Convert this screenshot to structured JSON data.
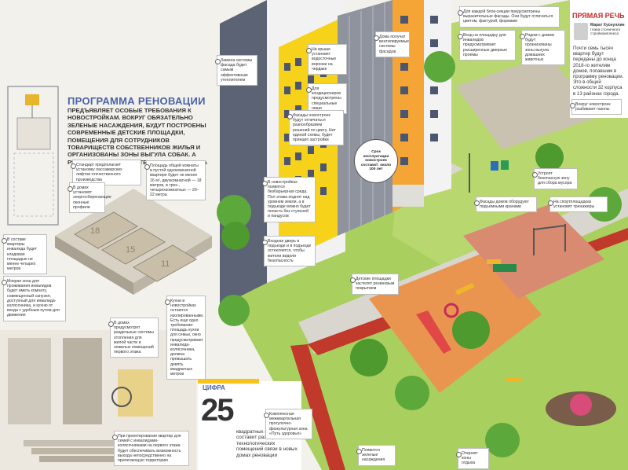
{
  "title": "ПРОГРАММА РЕНОВАЦИИ",
  "lead": "Предъявляет особые требования к новостройкам. Вокруг обязательно зеленые насаждения, будут построены современные детские площадки, помещения для сотрудников товариществ собственников жилья и организованы зоны выгула собак. А рядом появятся системы сбора мусора",
  "sidebar": {
    "heading": "ПРЯМАЯ РЕЧЬ",
    "name": "Марат Хуснуллин",
    "position": "глава столичного стройкомплекса",
    "quote": "Почти семь тысяч квартир будут переданы до конца 2018-го жителям домов, попавшим в программу реновации. Это в общей сложности 32 корпуса в 13 районах города."
  },
  "figure": {
    "heading": "ЦИФРА",
    "number": "25",
    "text": "квадратных метров составит размер технологических помещений связи в новых домах реновации"
  },
  "badge": "Срок эксплуатации новостроек составит: около 100 лет",
  "callouts": {
    "c1": "Стандарт предполагает установку пассажирских лифтов отечественного производства",
    "c2": "В домах установят энергосберегающие оконные профили",
    "c3": "Площадь общей комнаты в пустой однокомнатной квартире будет не менее 16 м², двухкомнатной — 18 метров, в трех-, четырехкомнатных — 20–22 метра",
    "c4": "В составе квартиры инвалида будет кладовая площадью не менее четырех метров",
    "c5": "Мокрая зона для проживания инвалидов будет иметь комнату, совмещенный санузел, доступный для инвалида-колясочника, и кухню от входа с удобным путем для движения",
    "c6": "Кухни в новостройках остаются изолированными. Есть еще одно требование: площадь кухни для семьи, окно предусматривает инвалида-колясочника, должна превышать девять квадратных метров",
    "c7": "В домах предусмотрят раздельные системы отопления для жилой части и нежилых помещений первого этажа",
    "c8": "При проектировании квартир для семей с инвалидами-колясочниками на первого этажа будет обеспечивать возможность выхода непосредственно на прилегающую территорию",
    "c9": "Замена системы фасада будет самым эффективным утеплителем",
    "c10": "На крыше установят водосточные воронки на чердаке",
    "c11": "Дома получат вентилируемые системы фасадов",
    "c12": "Для кондиционеров предусмотрены специальные ниши",
    "c13": "Фасады новостроек будут отличаться разнообразием решений по цвету. Нет единой схемы, будет принцип застройки",
    "c14": "В новостройках появятся безбарьерная среда. Пол этажа поднят над уровнем земли, а в подъезде можно будет попасть без ступеней и пандусов",
    "c15": "Входная дверь в подъезде и в подъезде остекляется, чтобы жители видели безопасность",
    "c16": "Вход на площадку для инвалидов предусматривает расширенные дверные проемы",
    "c17": "Для каждой блок-секции предусмотрены выразительные фасады. Они будут отличаться цветом, фактурой, формами",
    "c18": "Рядом с домом будут организованы зоны выгула домашних животных",
    "c19": "Вокруг новостроек разбивают газоны",
    "c20": "Устроят безопасную зону для сбора мусора",
    "c21": "Фасады домов оборудуют подъемными кранами",
    "c22": "На спортплощадках установят тренажеры",
    "c23": "Детские площадки застелят резиновым покрытием",
    "c24": "Комплексная межквартальная прогулочно-физкультурная зона «Путь здоровья»",
    "c25": "Появится зеленые насаждения",
    "c26": "Откроют зоны отдыха"
  },
  "rooms": [
    "18",
    "15",
    "11"
  ],
  "colors": {
    "accent_blue": "#4a63a8",
    "accent_red": "#c62828",
    "yellow": "#f7c51a",
    "orange": "#f5a535",
    "track": "#c0392b",
    "grass": "#a9cf5e"
  }
}
